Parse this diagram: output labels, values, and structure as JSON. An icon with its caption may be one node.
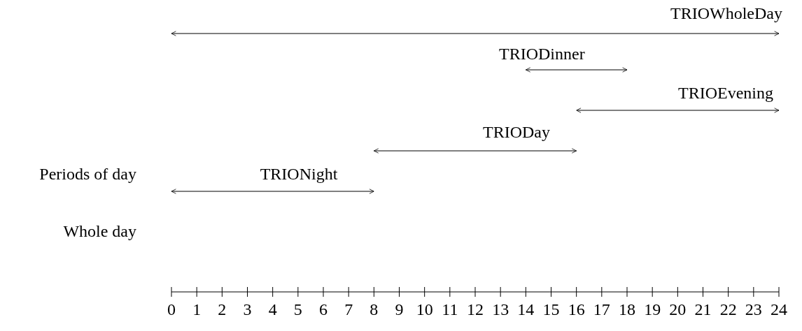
{
  "diagram": {
    "labels": [
      "TRIOWholeDay",
      "TRIODinner",
      "TRIOEvening",
      "TRIODay",
      "Periods of day",
      "TRIONight",
      "Whole day",
      "0",
      "1",
      "2",
      "3",
      "4",
      "5",
      "6",
      "7",
      "8",
      "9",
      "10",
      "11",
      "12",
      "13",
      "14",
      "15",
      "16",
      "17",
      "18",
      "19",
      "20",
      "21",
      "22",
      "23",
      "24"
    ]
  }
}
